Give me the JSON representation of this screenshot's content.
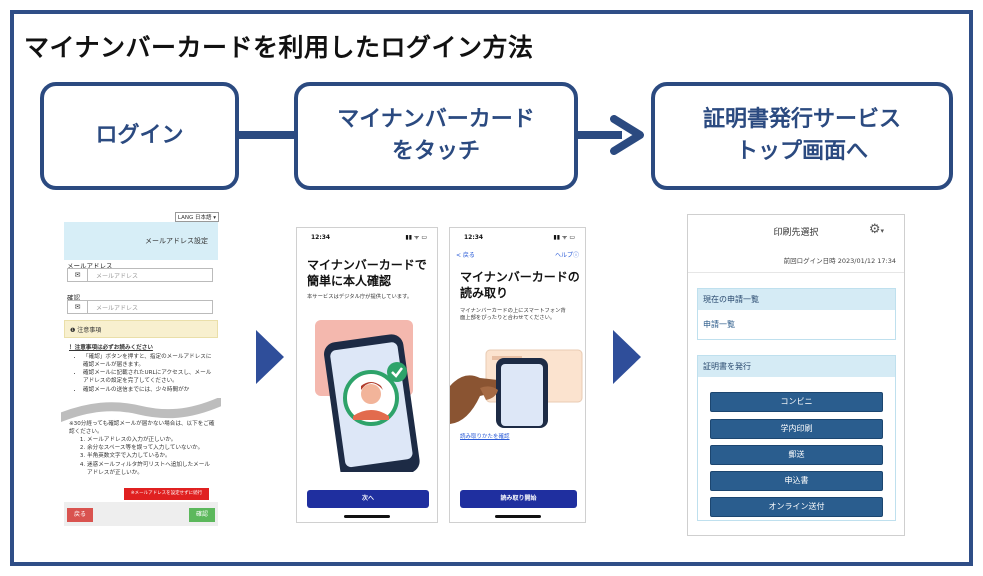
{
  "title": "マイナンバーカードを利用したログイン方法",
  "steps": [
    {
      "label": "ログイン"
    },
    {
      "label": "マイナンバーカード\nをタッチ"
    },
    {
      "label": "証明書発行サービス\nトップ画面へ"
    }
  ],
  "colors": {
    "primary": "#2b4a80",
    "frame": "#2f4e87"
  },
  "screen1": {
    "lang": "LANG 日本語 ▾",
    "header": "メールアドレス設定",
    "email_label": "メールアドレス",
    "email_placeholder": "メールアドレス",
    "confirm_label": "確認",
    "confirm_placeholder": "メールアドレス",
    "notice_bar": "❶ 注意事項",
    "notice_heading": "！注意事項は必ずお読みください",
    "notice_items": [
      "「確認」ボタンを押すと、指定のメールアドレスに確認メールが届きます。",
      "確認メールに記載されたURLにアクセスし、メールアドレスの設定を完了してください。",
      "確認メールの送信までには、少々時間がか"
    ],
    "fail_intro": "※30分経っても確認メールが届かない場合は、以下をご確認ください。",
    "fail_items": [
      "メールアドレスの入力が正しいか。",
      "余分なスペース等を誤って入力していないか。",
      "半角英数文字で入力しているか。",
      "迷惑メールフィルタ許可リストへ追加したメールアドレスが正しいか。"
    ],
    "red_button": "※メールアドレスを設定せずに続行",
    "back": "戻る",
    "ok": "確認"
  },
  "screen2": {
    "time": "12:34",
    "status": "▮▮ ᯤ ▭",
    "title": "マイナンバーカードで\n簡単に本人確認",
    "sub": "本サービスはデジタル庁が提供しています。",
    "button": "次へ"
  },
  "screen3": {
    "time": "12:34",
    "status": "▮▮ ᯤ ▭",
    "back": "< 戻る",
    "help": "ヘルプⓘ",
    "title": "マイナンバーカードの\n読み取り",
    "sub": "マイナンバーカードの上にスマートフォン背\n面上部をぴったりと合わせてください。",
    "link": "読み取りかたを確認",
    "button": "読み取り開始"
  },
  "screen4": {
    "title": "印刷先選択",
    "last_login": "前回ログイン日時 2023/01/12 17:34",
    "section1_header": "現在の申請一覧",
    "section1_link": "申請一覧",
    "section2_header": "証明書を発行",
    "buttons": [
      "コンビニ",
      "学内印刷",
      "郵送",
      "申込書",
      "オンライン送付"
    ]
  }
}
